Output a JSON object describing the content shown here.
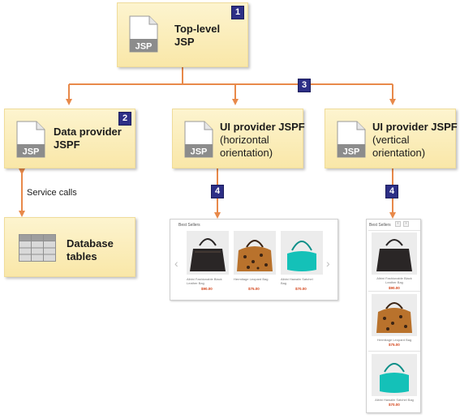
{
  "nodes": {
    "top_level": {
      "line1": "Top-level",
      "line2": "JSP",
      "badge": "1",
      "icon_text": "JSP"
    },
    "data_provider": {
      "line1": "Data provider",
      "line2": "JSPF",
      "badge": "2",
      "icon_text": "JSP"
    },
    "ui_horizontal": {
      "line1": "UI provider JSPF",
      "line2": "(horizontal",
      "line3": "orientation)",
      "icon_text": "JSP"
    },
    "ui_vertical": {
      "line1": "UI provider JSPF",
      "line2": "(vertical",
      "line3": "orientation)",
      "icon_text": "JSP"
    },
    "database": {
      "line1": "Database",
      "line2": "tables"
    }
  },
  "connectors": {
    "badge_3": "3",
    "badge_4_horizontal": "4",
    "badge_4_vertical": "4",
    "service_calls": "Service calls"
  },
  "horizontal_widget": {
    "title": "Best Sellers",
    "products": [
      {
        "name_line1": "Albini Fashionable Black",
        "name_line2": "Leather Bag",
        "price": "$90.00",
        "colors": [
          "#2a2626",
          "#5a4a40"
        ]
      },
      {
        "name_line1": "Hermitage Leopard Bag",
        "name_line2": "",
        "price": "$75.00",
        "colors": [
          "#b9722c",
          "#3b2414"
        ]
      },
      {
        "name_line1": "Albini Hawaiin Satchel",
        "name_line2": "Bag",
        "price": "$70.00",
        "colors": [
          "#14c1b8",
          "#0d8f88"
        ]
      }
    ]
  },
  "vertical_widget": {
    "title": "Best Sellers",
    "products": [
      {
        "name_line1": "Albini Fashionable Black",
        "name_line2": "Leather Bag",
        "price": "$90.00",
        "colors": [
          "#2a2626",
          "#5a4a40"
        ]
      },
      {
        "name_line1": "Hermitage Leopard Bag",
        "name_line2": "",
        "price": "$75.00",
        "colors": [
          "#b9722c",
          "#3b2414"
        ]
      },
      {
        "name_line1": "Albini Hawaiin Satchel Bag",
        "name_line2": "",
        "price": "$70.00",
        "colors": [
          "#14c1b8",
          "#0d8f88"
        ]
      }
    ]
  },
  "colors": {
    "arrow": "#e8894a",
    "badge": "#2d2f86",
    "box": "#fbeec0"
  }
}
